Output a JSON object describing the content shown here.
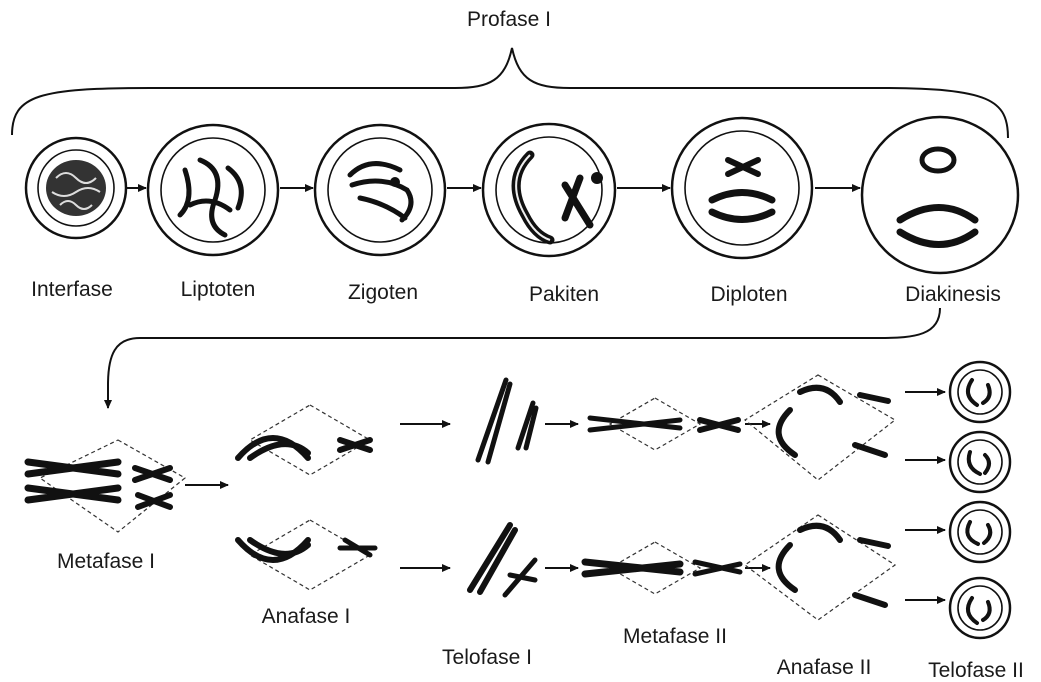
{
  "title": "Profase I",
  "prophase_stages": [
    "Interfase",
    "Liptoten",
    "Zigoten",
    "Pakiten",
    "Diploten",
    "Diakinesis"
  ],
  "meiosis_stages": {
    "metafase_1": "Metafase I",
    "anafase_1": "Anafase I",
    "telofase_1": "Telofase I",
    "metafase_2": "Metafase II",
    "anafase_2": "Anafase II",
    "telofase_2": "Telofase II"
  },
  "colors": {
    "ink": "#111111",
    "background": "#ffffff"
  }
}
